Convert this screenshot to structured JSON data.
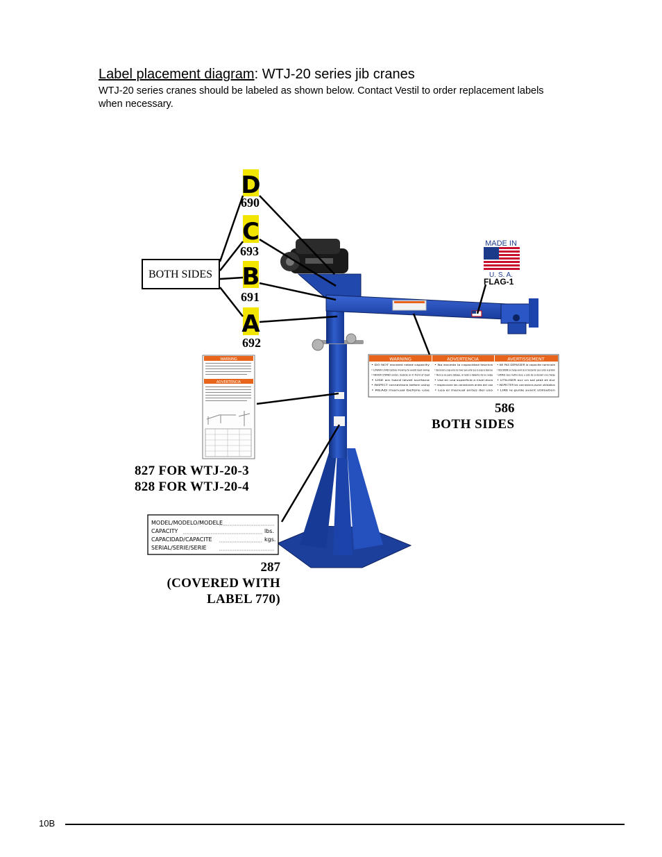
{
  "heading": {
    "underlined": "Label placement diagram",
    "rest": ": WTJ-20 series jib cranes"
  },
  "intro": "WTJ-20 series cranes should be labeled as shown below. Contact Vestil to order replacement labels when necessary.",
  "letter_labels": [
    {
      "letter": "D",
      "number": "690"
    },
    {
      "letter": "C",
      "number": "693"
    },
    {
      "letter": "B",
      "number": "691"
    },
    {
      "letter": "A",
      "number": "692"
    }
  ],
  "both_sides_box": "BOTH SIDES",
  "flag": {
    "line1": "MADE IN",
    "line2": "U. S. A.",
    "code": "FLAG-1"
  },
  "warning_label": {
    "headers": [
      "WARNING",
      "ADVERTENCIA",
      "AVERTISSEMENT"
    ],
    "number": "586",
    "note": "BOTH SIDES",
    "col1": [
      "DO NOT exceed rated capacity",
      "LOWER LOAD before moving to avoid load swing",
      "NEVER STAND under, beside or in front of load",
      "USE on hard level surface",
      "INSPECT connections before using",
      "READ manual before use"
    ],
    "col2": [
      "No exceda la capacidad teorica",
      "Descienda la carga antes de mover para evitar que la carga se balancee",
      "Nunca se pare debajo, al lado o delante de la carga",
      "Use en una superficie a nivel dura",
      "Inspeccione las conexiones antes del uso",
      "Lea el manual antes del uso"
    ],
    "col3": [
      "NE PAS DEPASSER la capacite nominale",
      "DESCENDRE la charge avant de la transporter pour eviter la giration",
      "JAMAIS vous mettre sous, a cote de ou devant une charge",
      "UTILISER sur un sol plat et dur",
      "INSPECTER les connexions avant utilisation",
      "LIRE le guide avant utilisation"
    ]
  },
  "capacity_sheet": {
    "header1": "WARNING",
    "header2": "ADVERTENCIA",
    "caption1": "827 FOR WTJ-20-3",
    "caption2": "828 FOR WTJ-20-4"
  },
  "nameplate": {
    "rows": [
      {
        "label": "MODEL/MODELO/MODELE",
        "unit": ""
      },
      {
        "label": "CAPACITY",
        "unit": "lbs."
      },
      {
        "label": "CAPACIDAD/CAPACITE",
        "unit": "kgs."
      },
      {
        "label": "SERIAL/SERIE/SERIE",
        "unit": ""
      }
    ],
    "caption": [
      "287",
      "(COVERED WITH",
      "LABEL 770)"
    ]
  },
  "footer": {
    "page": "10B"
  },
  "colors": {
    "crane_blue": "#1f45a8",
    "label_yellow": "#f2e600",
    "warning_orange": "#e8641b"
  }
}
